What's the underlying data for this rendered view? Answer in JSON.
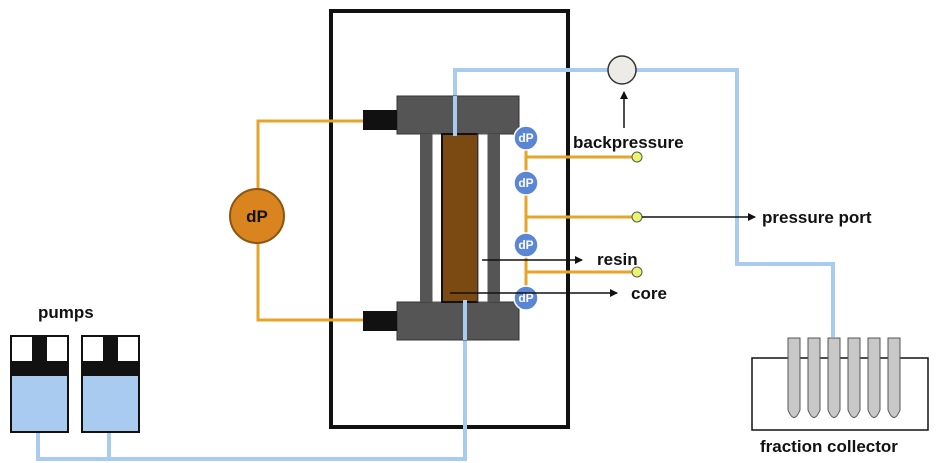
{
  "labels": {
    "pumps": "pumps",
    "backpressure": "backpressure",
    "pressure_port": "pressure port",
    "resin": "resin",
    "core": "core",
    "fraction_collector": "fraction collector",
    "dp": "dP",
    "dp_small_1": "dP",
    "dp_small_2": "dP",
    "dp_small_3": "dP",
    "dp_small_4": "dP"
  },
  "colors": {
    "flow_line": "#a9cbf0",
    "pressure_line": "#e6a52a",
    "dp_gauge": "#d9841e",
    "dp_sensor": "#5b86d6",
    "core": "#7a4a12",
    "holder": "#555555",
    "pump_fluid": "#a9cbf0",
    "port_dot": "#e9f56a"
  }
}
